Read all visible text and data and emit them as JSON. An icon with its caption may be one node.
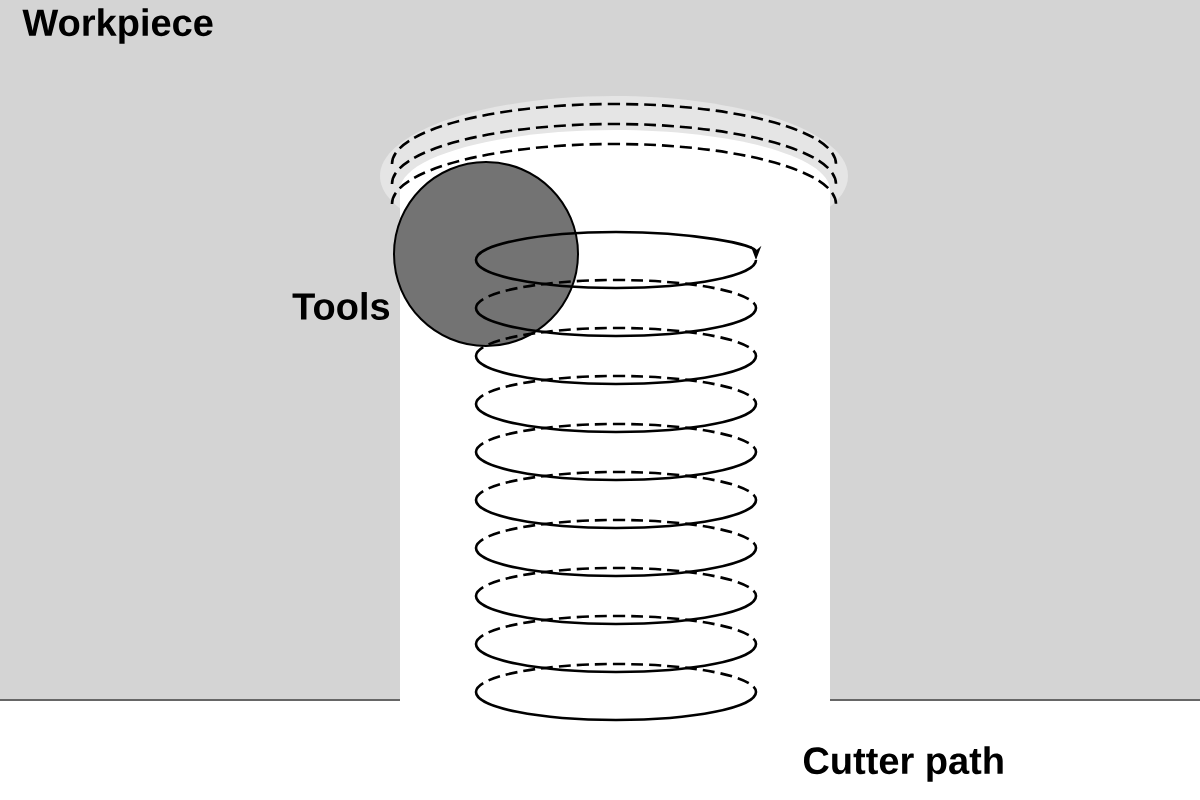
{
  "diagram": {
    "nodes": [
      {
        "text": [],
        "shape": "circle",
        "beside": [
          "Tools"
        ]
      }
    ],
    "labels": [
      "Workpiece",
      "Cutter path"
    ]
  }
}
